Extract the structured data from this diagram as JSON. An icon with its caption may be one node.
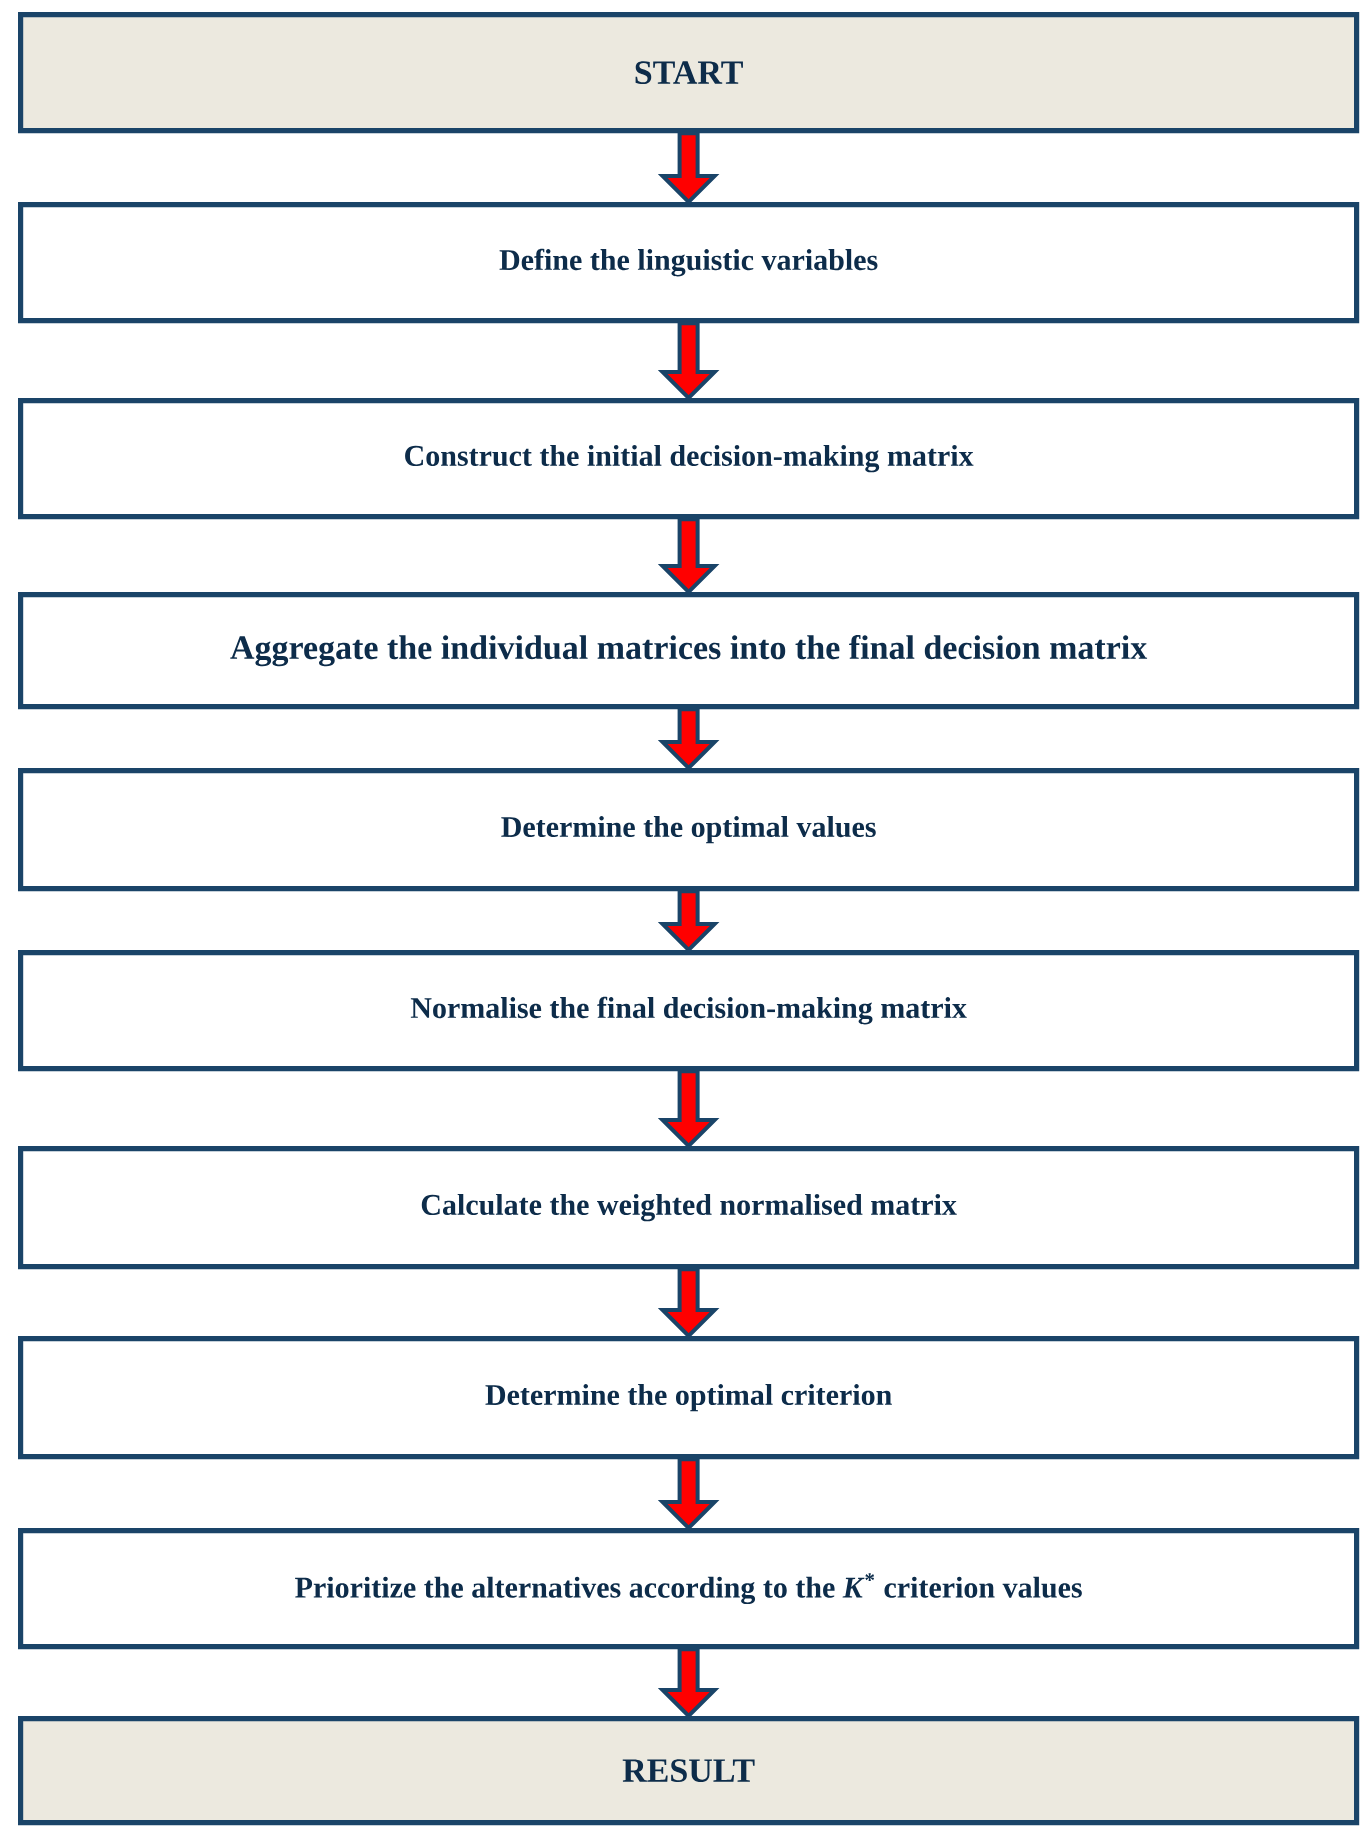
{
  "diagram": {
    "nodes": [
      {
        "text": [
          "START"
        ]
      },
      {
        "text": [
          "Define the linguistic variables"
        ]
      },
      {
        "text": [
          "Construct the initial decision-making matrix"
        ]
      },
      {
        "text": [
          "Aggregate the individual matrices into the final decision matrix"
        ]
      },
      {
        "text": [
          "Determine the optimal values"
        ]
      },
      {
        "text": [
          "Normalise the final decision-making matrix"
        ]
      },
      {
        "text": [
          "Calculate the weighted normalised matrix"
        ]
      },
      {
        "text": [
          "Determine the optimal criterion"
        ]
      },
      {
        "text": [
          "Prioritize the alternatives according to the *K*$^{*}$ criterion values"
        ]
      },
      {
        "text": [
          "RESULT"
        ]
      }
    ],
    "edges": [
      {
        "from": 0,
        "to": 1,
        "arrow": "to"
      },
      {
        "from": 1,
        "to": 2,
        "arrow": "to"
      },
      {
        "from": 2,
        "to": 3,
        "arrow": "to"
      },
      {
        "from": 3,
        "to": 4,
        "arrow": "to"
      },
      {
        "from": 4,
        "to": 5,
        "arrow": "to"
      },
      {
        "from": 5,
        "to": 6,
        "arrow": "to"
      },
      {
        "from": 6,
        "to": 7,
        "arrow": "to"
      },
      {
        "from": 7,
        "to": 8,
        "arrow": "to"
      },
      {
        "from": 8,
        "to": 9,
        "arrow": "to"
      }
    ]
  }
}
